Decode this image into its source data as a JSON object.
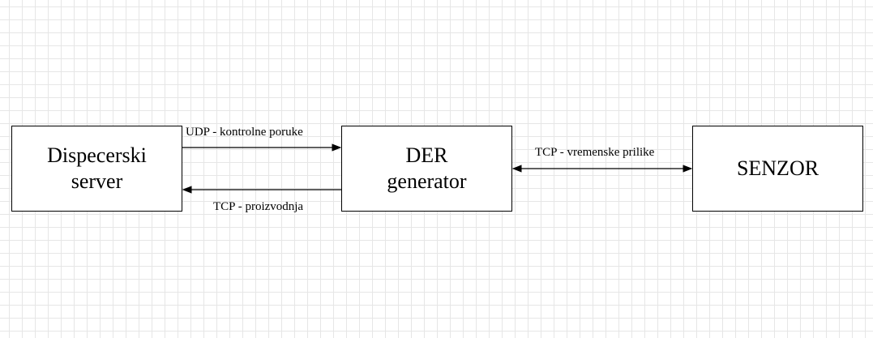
{
  "nodes": {
    "dispecerski": {
      "line1": "Dispecerski",
      "line2": "server"
    },
    "der": {
      "line1": "DER",
      "line2": "generator"
    },
    "senzor": {
      "label": "SENZOR"
    }
  },
  "edges": {
    "udp": {
      "label": "UDP - kontrolne poruke",
      "direction": "dispecerski-to-der"
    },
    "tcp_proizvodnja": {
      "label": "TCP - proizvodnja",
      "direction": "der-to-dispecerski"
    },
    "tcp_vremenske": {
      "label": "TCP - vremenske prilike",
      "direction": "bidirectional"
    }
  },
  "colors": {
    "stroke": "#000000",
    "grid": "#e6e6e6",
    "background": "#ffffff"
  }
}
